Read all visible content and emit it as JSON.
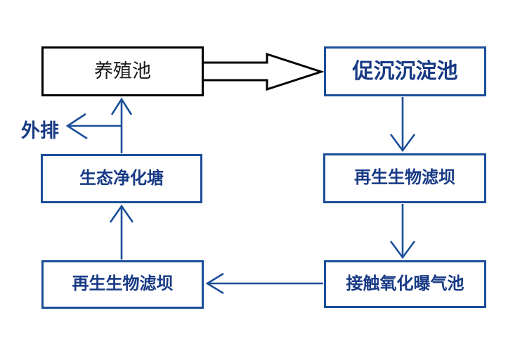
{
  "diagram": {
    "type": "flowchart",
    "nodes": {
      "breeding_pond": {
        "label": "养殖池"
      },
      "sedimentation_pond": {
        "label": "促沉沉淀池"
      },
      "biofilter_right": {
        "label": "再生生物滤坝"
      },
      "aeration_pond": {
        "label": "接触氧化曝气池"
      },
      "biofilter_left": {
        "label": "再生生物滤坝"
      },
      "eco_purification_pond": {
        "label": "生态净化塘"
      },
      "discharge": {
        "label": "外排"
      }
    },
    "edges": [
      {
        "from": "养殖池",
        "to": "促沉沉淀池",
        "style": "hollow-block-arrow-right"
      },
      {
        "from": "促沉沉淀池",
        "to": "再生生物滤坝",
        "style": "open-arrow-down"
      },
      {
        "from": "再生生物滤坝",
        "to": "接触氧化曝气池",
        "style": "open-arrow-down"
      },
      {
        "from": "接触氧化曝气池",
        "to": "再生生物滤坝",
        "style": "open-arrow-left"
      },
      {
        "from": "再生生物滤坝",
        "to": "生态净化塘",
        "style": "open-arrow-up"
      },
      {
        "from": "生态净化塘",
        "to": "养殖池",
        "style": "open-arrow-up"
      },
      {
        "from": "生态净化塘与养殖池之间连线",
        "to": "外排",
        "style": "open-arrow-left-branch"
      }
    ],
    "colors": {
      "blue_line": "#1c4e99",
      "blue_text": "#183a85",
      "black_line": "#000000",
      "background": "#ffffff"
    }
  }
}
